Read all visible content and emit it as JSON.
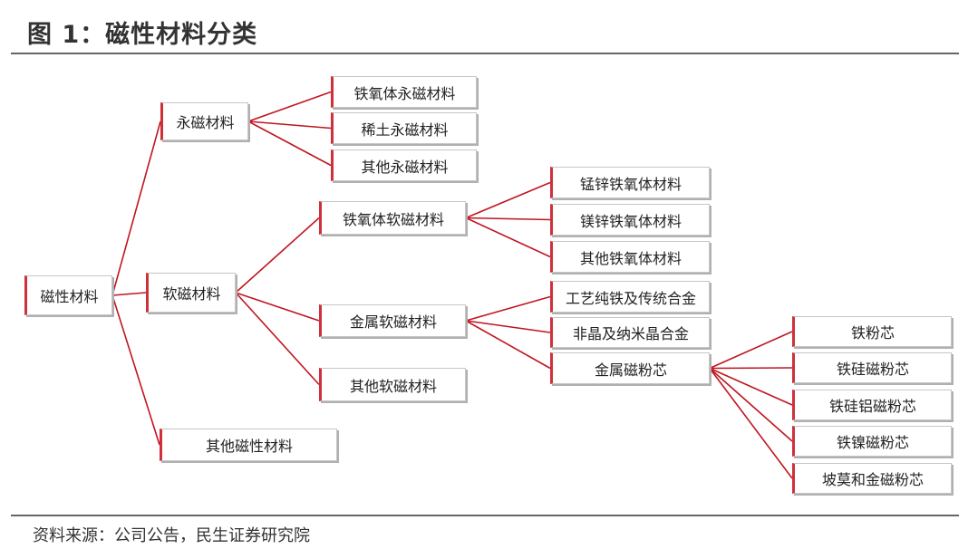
{
  "header": {
    "title": "图 1：磁性材料分类"
  },
  "footer": {
    "source": "资料来源：公司公告，民生证券研究院"
  },
  "colors": {
    "line": "#c0161f",
    "accent": "#d0303a"
  },
  "diagram": {
    "root": "磁性材料",
    "nodes": {
      "root": "磁性材料",
      "hard": "永磁材料",
      "soft": "软磁材料",
      "other_magnetic": "其他磁性材料",
      "hard_ferrite": "铁氧体永磁材料",
      "hard_rare_earth": "稀土永磁材料",
      "hard_other": "其他永磁材料",
      "soft_ferrite": "铁氧体软磁材料",
      "soft_metal": "金属软磁材料",
      "soft_other": "其他软磁材料",
      "mnzn_ferrite": "锰锌铁氧体材料",
      "mgzn_ferrite": "镁锌铁氧体材料",
      "other_ferrite": "其他铁氧体材料",
      "pure_iron": "工艺纯铁及传统合金",
      "amorphous": "非晶及纳米晶合金",
      "powder_core": "金属磁粉芯",
      "iron_powder": "铁粉芯",
      "fesi_powder": "铁硅磁粉芯",
      "fesial_powder": "铁硅铝磁粉芯",
      "feni_powder": "铁镍磁粉芯",
      "mpp_powder": "坡莫和金磁粉芯"
    },
    "edges": [
      [
        "root",
        "hard"
      ],
      [
        "root",
        "soft"
      ],
      [
        "root",
        "other_magnetic"
      ],
      [
        "hard",
        "hard_ferrite"
      ],
      [
        "hard",
        "hard_rare_earth"
      ],
      [
        "hard",
        "hard_other"
      ],
      [
        "soft",
        "soft_ferrite"
      ],
      [
        "soft",
        "soft_metal"
      ],
      [
        "soft",
        "soft_other"
      ],
      [
        "soft_ferrite",
        "mnzn_ferrite"
      ],
      [
        "soft_ferrite",
        "mgzn_ferrite"
      ],
      [
        "soft_ferrite",
        "other_ferrite"
      ],
      [
        "soft_metal",
        "pure_iron"
      ],
      [
        "soft_metal",
        "amorphous"
      ],
      [
        "soft_metal",
        "powder_core"
      ],
      [
        "powder_core",
        "iron_powder"
      ],
      [
        "powder_core",
        "fesi_powder"
      ],
      [
        "powder_core",
        "fesial_powder"
      ],
      [
        "powder_core",
        "feni_powder"
      ],
      [
        "powder_core",
        "mpp_powder"
      ]
    ]
  }
}
